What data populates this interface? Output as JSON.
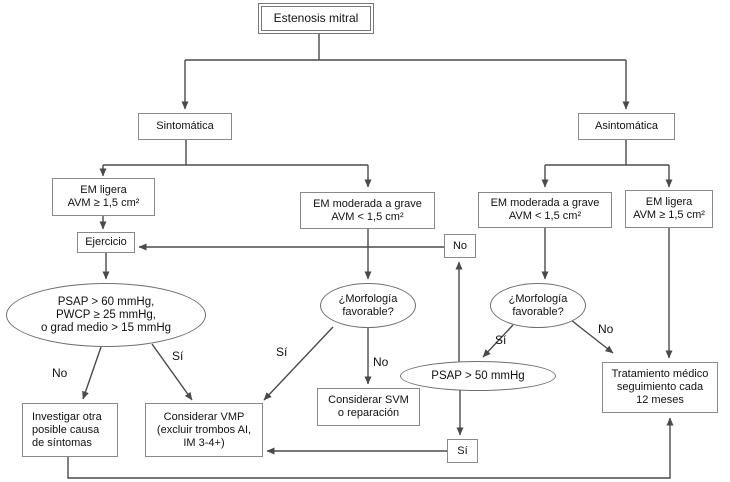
{
  "diagram": {
    "title": "Estenosis mitral",
    "colors": {
      "line": "#4a4a4a",
      "box_border": "#898989",
      "ellipse_border": "#6e6e6e",
      "text": "#111111",
      "background": "#ffffff"
    },
    "nodes": {
      "root": {
        "label": "Estenosis mitral"
      },
      "sintomatica": {
        "label": "Sintomática"
      },
      "asintomatica": {
        "label": "Asintomática"
      },
      "em_ligera_izq": {
        "lines": [
          "EM ligera",
          "AVM ≥ 1,5 cm²"
        ]
      },
      "em_moderada_izq": {
        "lines": [
          "EM moderada a grave",
          "AVM < 1,5 cm²"
        ]
      },
      "em_moderada_der": {
        "lines": [
          "EM moderada a grave",
          "AVM < 1,5 cm²"
        ]
      },
      "em_ligera_der": {
        "lines": [
          "EM ligera",
          "AVM ≥ 1,5 cm²"
        ]
      },
      "ejercicio": {
        "label": "Ejercicio"
      },
      "criterios_hemodinamicos": {
        "lines": [
          "PSAP > 60 mmHg,",
          "PWCP ≥ 25 mmHg,",
          "o grad medio > 15 mmHg"
        ]
      },
      "morfologia_izq": {
        "lines": [
          "¿Morfología",
          "favorable?"
        ]
      },
      "morfologia_der": {
        "lines": [
          "¿Morfología",
          "favorable?"
        ]
      },
      "psap_50": {
        "label": "PSAP > 50 mmHg"
      },
      "investigar": {
        "lines": [
          "Investigar otra",
          "posible causa",
          "de síntomas"
        ]
      },
      "considerar_vmp": {
        "lines": [
          "Considerar VMP",
          "(excluir trombos AI,",
          "IM 3-4+)"
        ]
      },
      "considerar_svm": {
        "lines": [
          "Considerar SVM",
          "o reparación"
        ]
      },
      "tratamiento": {
        "lines": [
          "Tratamiento médico",
          "seguimiento cada",
          "12 meses"
        ]
      },
      "no_retorno": {
        "label": "No"
      },
      "si_retorno": {
        "label": "Sí"
      }
    },
    "edge_labels": {
      "no_criterios": "No",
      "si_criterios": "Sí",
      "si_morfologia_izq": "Sí",
      "no_morfologia_izq": "No",
      "si_morfologia_der": "Sí",
      "no_morfologia_der": "No"
    }
  }
}
